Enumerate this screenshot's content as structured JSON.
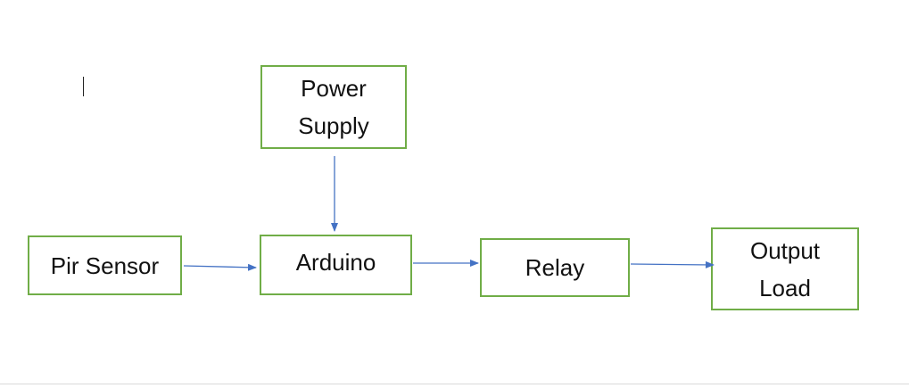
{
  "diagram": {
    "nodes": [
      {
        "id": "power-supply",
        "lines": [
          "Power",
          "Supply"
        ]
      },
      {
        "id": "pir-sensor",
        "lines": [
          "Pir Sensor"
        ]
      },
      {
        "id": "arduino",
        "lines": [
          "Arduino"
        ]
      },
      {
        "id": "relay",
        "lines": [
          "Relay"
        ]
      },
      {
        "id": "output-load",
        "lines": [
          "Output",
          "Load"
        ]
      }
    ],
    "edges": [
      {
        "from": "power-supply",
        "to": "arduino"
      },
      {
        "from": "pir-sensor",
        "to": "arduino"
      },
      {
        "from": "arduino",
        "to": "relay"
      },
      {
        "from": "relay",
        "to": "output-load"
      }
    ],
    "colors": {
      "box_border": "#70ad47",
      "arrow": "#4472c4",
      "text": "#111111"
    }
  }
}
